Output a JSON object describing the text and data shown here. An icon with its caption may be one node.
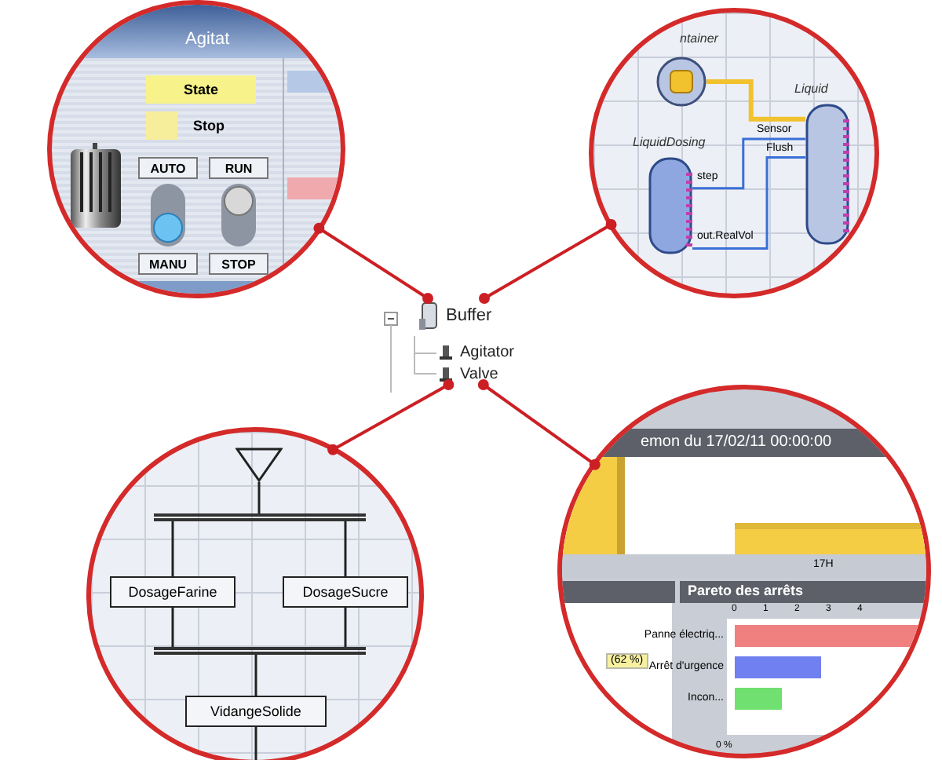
{
  "diagram": {
    "nodes": [
      {
        "text": [],
        "shape": "circle"
      },
      {
        "text": [
          "State"
        ],
        "in": 0
      },
      {
        "text": [
          "AUTO"
        ],
        "in": 0
      },
      {
        "text": [
          "RUN"
        ],
        "in": 0
      },
      {
        "text": [
          "MANU"
        ],
        "in": 0
      },
      {
        "text": [
          "STOP"
        ],
        "in": 0
      },
      {
        "text": [],
        "shape": "circle"
      },
      {
        "text": [],
        "shape": "picture",
        "in": 6,
        "beside": [
          "ntainer"
        ]
      },
      {
        "text": [],
        "shape": "cylinder",
        "in": 6,
        "beside": [
          "LiquidDosing"
        ]
      },
      {
        "text": [],
        "shape": "cylinder",
        "in": 6,
        "beside": [
          "Liquid"
        ]
      },
      {
        "text": [],
        "shape": "circle"
      },
      {
        "text": [],
        "shape": "triangle",
        "in": 10
      },
      {
        "text": [],
        "shape": "bar",
        "in": 10
      },
      {
        "text": [
          "DosageFarine"
        ],
        "in": 10
      },
      {
        "text": [
          "DosageSucre"
        ],
        "in": 10
      },
      {
        "text": [],
        "shape": "bar",
        "in": 10
      },
      {
        "text": [
          "VidangeSolide"
        ],
        "in": 10
      },
      {
        "text": [],
        "shape": "circle"
      },
      {
        "text": [
          "Buffer"
        ]
      },
      {
        "text": [
          "Agitator"
        ]
      },
      {
        "text": [
          "Valve"
        ]
      }
    ],
    "edges": [
      {
        "from": 0,
        "to": 18,
        "arrow": "other",
        "color": "#cc1f24"
      },
      {
        "from": 6,
        "to": 18,
        "arrow": "other",
        "color": "#cc1f24"
      },
      {
        "from": 10,
        "to": 20,
        "arrow": "other",
        "color": "#cc1f24"
      },
      {
        "from": 17,
        "to": 20,
        "arrow": "other",
        "color": "#cc1f24"
      },
      {
        "from": 7,
        "to": 9,
        "arrow": "none",
        "style": "thick",
        "color": "#f2c12e"
      },
      {
        "from": 8,
        "to": 9,
        "arrow": "none",
        "color": "#3a6fd8"
      },
      {
        "from": 8,
        "to": 9,
        "arrow": "none",
        "color": "#3a6fd8"
      },
      {
        "from": 11,
        "to": 12,
        "arrow": "none"
      },
      {
        "from": 12,
        "to": 13,
        "arrow": "none"
      },
      {
        "from": 12,
        "to": 14,
        "arrow": "none"
      },
      {
        "from": 13,
        "to": 15,
        "arrow": "none"
      },
      {
        "from": 14,
        "to": 15,
        "arrow": "none"
      },
      {
        "from": 15,
        "to": 16,
        "arrow": "none"
      },
      {
        "from": 16,
        "to": null,
        "arrow": "none"
      }
    ],
    "labels": [
      "Agitat",
      "Stop",
      "Sensor",
      "Flush",
      "step",
      "out.RealVol",
      "emon du 17/02/11 00:00:00",
      "17H",
      "Pareto des arrêts",
      "0",
      "1",
      "2",
      "3",
      "4",
      "Panne électriq...",
      "Arrêt d'urgence",
      "Incon...",
      "(62 %)",
      "0 %"
    ]
  }
}
